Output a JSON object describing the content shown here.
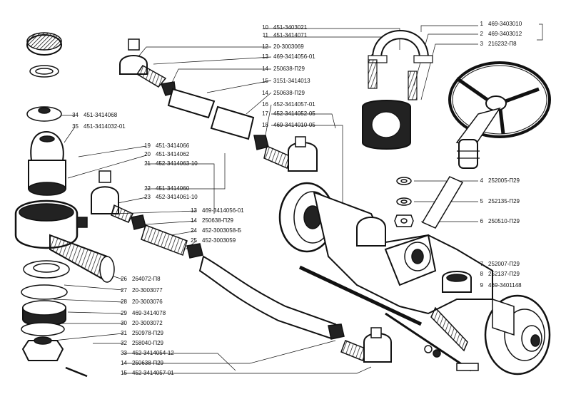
{
  "left_labels": [
    {
      "num": "10",
      "code": "451-3403021"
    },
    {
      "num": "11",
      "code": "451-3414071"
    },
    {
      "num": "12",
      "code": "20-3003069"
    },
    {
      "num": "13",
      "code": "469-3414056-01"
    },
    {
      "num": "14",
      "code": "250638-П29"
    },
    {
      "num": "15",
      "code": "3151-3414013"
    },
    {
      "num": "14",
      "code": "250638-П29"
    },
    {
      "num": "16",
      "code": "452-3414057-01"
    },
    {
      "num": "17",
      "code": "452-3414052-05"
    },
    {
      "num": "18",
      "code": "469-3414010-05"
    },
    {
      "num": "34",
      "code": "451-3414068"
    },
    {
      "num": "35",
      "code": "451-3414032-01"
    },
    {
      "num": "19",
      "code": "451-3414066"
    },
    {
      "num": "20",
      "code": "451-3414062"
    },
    {
      "num": "21",
      "code": "452-3414063-10"
    },
    {
      "num": "22",
      "code": "451-3414060"
    },
    {
      "num": "23",
      "code": "452-3414061-10"
    },
    {
      "num": "13",
      "code": "469-3414056-01"
    },
    {
      "num": "14",
      "code": "250638-П29"
    },
    {
      "num": "24",
      "code": "452-3003058-Б"
    },
    {
      "num": "25",
      "code": "452-3003059"
    },
    {
      "num": "26",
      "code": "264072-П8"
    },
    {
      "num": "27",
      "code": "20-3003077"
    },
    {
      "num": "28",
      "code": "20-3003076"
    },
    {
      "num": "29",
      "code": "469-3414078"
    },
    {
      "num": "30",
      "code": "20-3003072"
    },
    {
      "num": "31",
      "code": "250978-П29"
    },
    {
      "num": "32",
      "code": "258040-П29"
    },
    {
      "num": "33",
      "code": "452-3414054-12"
    },
    {
      "num": "14",
      "code": "250638-П29"
    },
    {
      "num": "15",
      "code": "452-3414057-01"
    }
  ],
  "right_labels": [
    {
      "num": "1",
      "code": "469-3403010"
    },
    {
      "num": "2",
      "code": "469-3403012"
    },
    {
      "num": "3",
      "code": "216232-П8"
    },
    {
      "num": "4",
      "code": "252005-П29"
    },
    {
      "num": "5",
      "code": "252135-П29"
    },
    {
      "num": "6",
      "code": "250510-П29"
    },
    {
      "num": "7",
      "code": "252007-П29"
    },
    {
      "num": "8",
      "code": "252137-П29"
    },
    {
      "num": "9",
      "code": "469-3401148"
    }
  ],
  "colors": {
    "ink": "#111111",
    "shade": "#2a2a2a",
    "paper": "#ffffff"
  }
}
